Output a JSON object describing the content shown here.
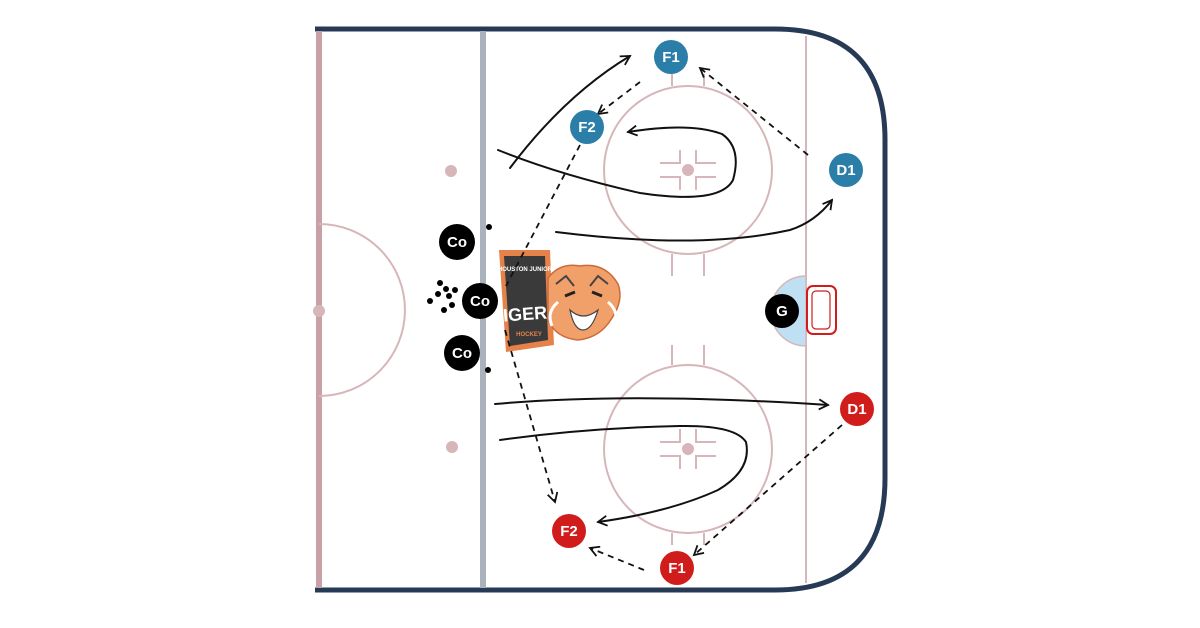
{
  "colors": {
    "boards": "#263a55",
    "red_line": "#c9a0a6",
    "blue_line": "#aab3bb",
    "circle_line": "#d7b6b9",
    "crease": "#bfe0f2",
    "net": "#d11c1c",
    "team_blue": "#2b7ea8",
    "team_red": "#d11c1c",
    "coach": "#000000",
    "logo_orange": "#e5824a"
  },
  "players": {
    "blue_f1": "F1",
    "blue_f2": "F2",
    "blue_d1": "D1",
    "red_f1": "F1",
    "red_f2": "F2",
    "red_d1": "D1",
    "goalie": "G",
    "coach_top": "Co",
    "coach_mid": "Co",
    "coach_bot": "Co"
  },
  "logo": {
    "arc_text": "HOUSTON JUNIOR",
    "name": "TIGERS",
    "sub": "HOCKEY"
  }
}
